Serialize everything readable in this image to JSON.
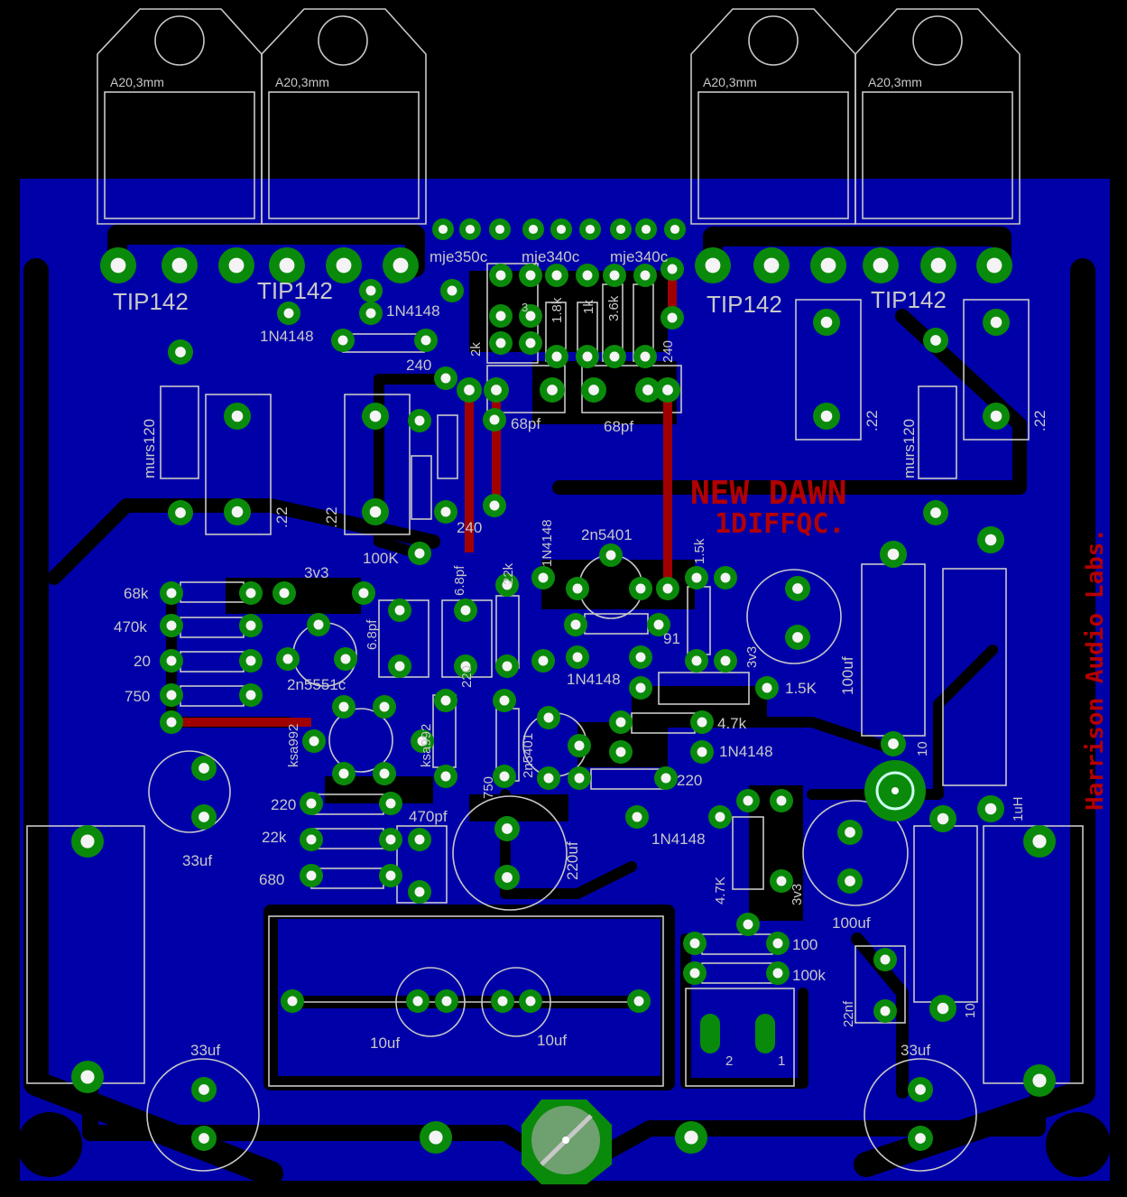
{
  "board": {
    "title": "NEW DAWN",
    "subtitle": "1DIFFQC.",
    "maker": "Harrison Audio Labs.",
    "colors": {
      "copper": "#0000a8",
      "pad": "#0a8a0a",
      "silk": "#c8c8c8",
      "jumper": "#a00000",
      "background": "#000000"
    }
  },
  "heatsinks": [
    "A20,3mm",
    "A20,3mm",
    "A20,3mm",
    "A20,3mm"
  ],
  "transistors_out": [
    "TIP142",
    "TIP142",
    "TIP142",
    "TIP142"
  ],
  "driver_transistors": [
    "mje350c",
    "mje340c",
    "mje340c"
  ],
  "labels": [
    {
      "id": "l1",
      "text": "1N4148"
    },
    {
      "id": "l2",
      "text": "1N4148"
    },
    {
      "id": "l3",
      "text": "240"
    },
    {
      "id": "l4",
      "text": "2k"
    },
    {
      "id": "l5",
      "text": "1.8k"
    },
    {
      "id": "l6",
      "text": "1k"
    },
    {
      "id": "l7",
      "text": "3.6k"
    },
    {
      "id": "l8",
      "text": "240"
    },
    {
      "id": "l9",
      "text": "68pf"
    },
    {
      "id": "l10",
      "text": "68pf"
    },
    {
      "id": "l11",
      "text": "murs120"
    },
    {
      "id": "l12",
      "text": "murs120"
    },
    {
      "id": "l13",
      "text": ".22"
    },
    {
      "id": "l14",
      "text": ".22"
    },
    {
      "id": "l15",
      "text": ".22"
    },
    {
      "id": "l16",
      "text": ".22"
    },
    {
      "id": "l17",
      "text": "240"
    },
    {
      "id": "l18",
      "text": "100K"
    },
    {
      "id": "l19",
      "text": "3v3"
    },
    {
      "id": "l20",
      "text": "68k"
    },
    {
      "id": "l21",
      "text": "470k"
    },
    {
      "id": "l22",
      "text": "20"
    },
    {
      "id": "l23",
      "text": "750"
    },
    {
      "id": "l24",
      "text": "6.8pf"
    },
    {
      "id": "l25",
      "text": "6.8pf"
    },
    {
      "id": "l26",
      "text": "22k"
    },
    {
      "id": "l27",
      "text": "1N4148"
    },
    {
      "id": "l28",
      "text": "2n5401"
    },
    {
      "id": "l29",
      "text": "1.5k"
    },
    {
      "id": "l30",
      "text": "91"
    },
    {
      "id": "l31",
      "text": "1N4148"
    },
    {
      "id": "l32",
      "text": "3v3"
    },
    {
      "id": "l33",
      "text": "1.5K"
    },
    {
      "id": "l34",
      "text": "100uf"
    },
    {
      "id": "l35",
      "text": "2n5551c"
    },
    {
      "id": "l36",
      "text": "ksa992"
    },
    {
      "id": "l37",
      "text": "ksa992"
    },
    {
      "id": "l38",
      "text": "220"
    },
    {
      "id": "l39",
      "text": "4.7k"
    },
    {
      "id": "l40",
      "text": "1N4148"
    },
    {
      "id": "l41",
      "text": "220"
    },
    {
      "id": "l42",
      "text": "2n5401"
    },
    {
      "id": "l43",
      "text": "750"
    },
    {
      "id": "l44",
      "text": "220uf"
    },
    {
      "id": "l45",
      "text": "10"
    },
    {
      "id": "l46",
      "text": "1uH"
    },
    {
      "id": "l47",
      "text": "33uf"
    },
    {
      "id": "l48",
      "text": "220"
    },
    {
      "id": "l49",
      "text": "22k"
    },
    {
      "id": "l50",
      "text": "680"
    },
    {
      "id": "l51",
      "text": "470pf"
    },
    {
      "id": "l52",
      "text": "1N4148"
    },
    {
      "id": "l53",
      "text": "4.7K"
    },
    {
      "id": "l54",
      "text": "3v3"
    },
    {
      "id": "l55",
      "text": "100uf"
    },
    {
      "id": "l56",
      "text": "100"
    },
    {
      "id": "l57",
      "text": "100k"
    },
    {
      "id": "l58",
      "text": "22nf"
    },
    {
      "id": "l59",
      "text": "10"
    },
    {
      "id": "l60",
      "text": "10uf"
    },
    {
      "id": "l61",
      "text": "10uf"
    },
    {
      "id": "l62",
      "text": "33uf"
    },
    {
      "id": "l63",
      "text": "33uf"
    },
    {
      "id": "l64",
      "text": "2"
    },
    {
      "id": "l65",
      "text": "1"
    },
    {
      "id": "l66",
      "text": "3"
    }
  ]
}
